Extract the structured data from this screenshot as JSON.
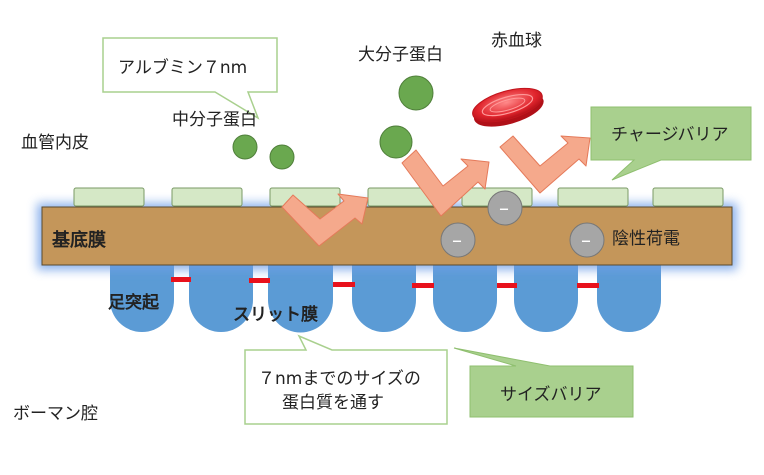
{
  "labels": {
    "endothelium": "血管内皮",
    "basement_membrane": "基底膜",
    "negative_charge": "陰性荷電",
    "podocyte": "足突起",
    "slit_membrane": "スリット膜",
    "bowman_space": "ボーマン腔",
    "middle_protein": "中分子蛋白",
    "large_protein": "大分子蛋白",
    "red_blood_cell": "赤血球"
  },
  "callouts": {
    "albumin": "アルブミン７nm",
    "charge_barrier": "チャージバリア",
    "pass_line1": "７nmまでのサイズの",
    "pass_line2": "蛋白質を通す",
    "size_barrier": "サイズバリア"
  },
  "charge_symbol": "–",
  "colors": {
    "membrane": "#c4965a",
    "endothelial_cell": "#d5e8c6",
    "podocyte": "#5b9bd5",
    "slit": "#e8111c",
    "protein": "#6aa84f",
    "arrow": "#f5a98c",
    "charge": "#a6a6a6",
    "callout_fill": "#a9d08e",
    "rbc": "#e0242c"
  }
}
